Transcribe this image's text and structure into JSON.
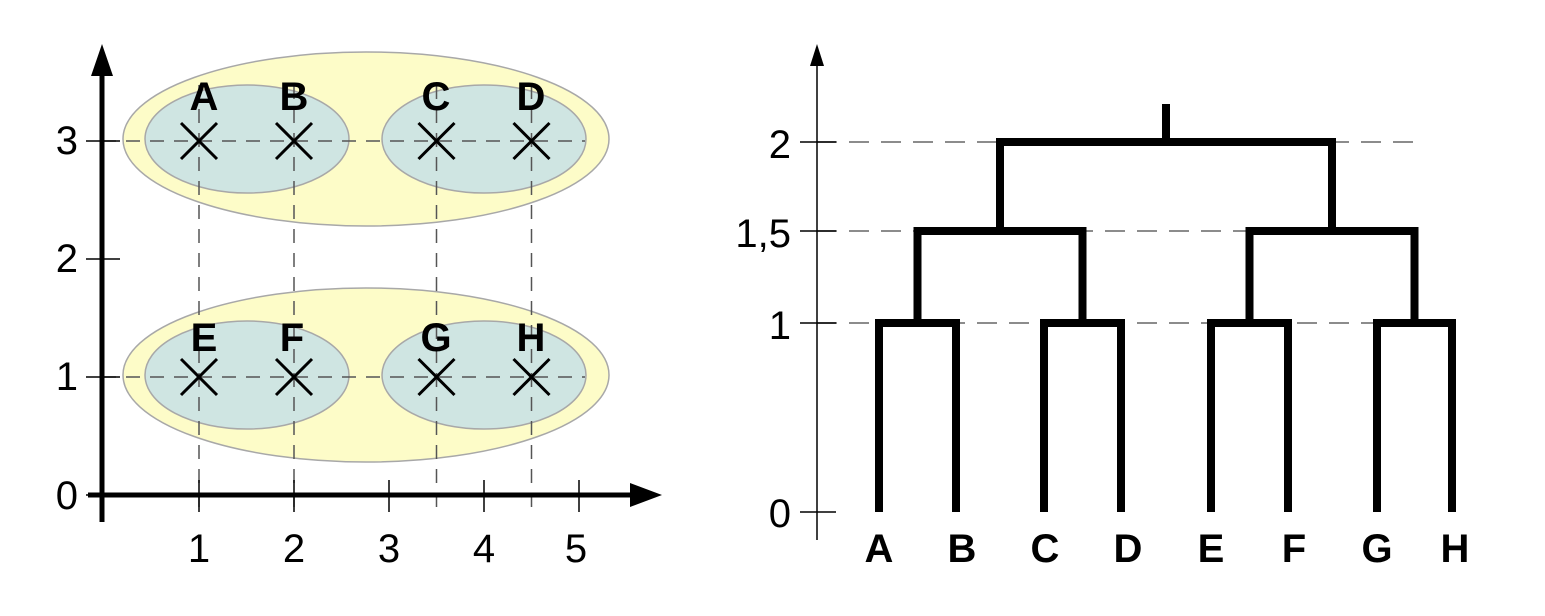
{
  "scatter": {
    "x_ticks": [
      "1",
      "2",
      "3",
      "4",
      "5"
    ],
    "y_ticks": [
      "0",
      "1",
      "2",
      "3"
    ],
    "points": [
      {
        "label": "A",
        "x": 1,
        "y": 3
      },
      {
        "label": "B",
        "x": 2,
        "y": 3
      },
      {
        "label": "C",
        "x": 3.5,
        "y": 3
      },
      {
        "label": "D",
        "x": 4.5,
        "y": 3
      },
      {
        "label": "E",
        "x": 1,
        "y": 1
      },
      {
        "label": "F",
        "x": 2,
        "y": 1
      },
      {
        "label": "G",
        "x": 3.5,
        "y": 1
      },
      {
        "label": "H",
        "x": 4.5,
        "y": 1
      }
    ],
    "inner_clusters": [
      [
        "A",
        "B"
      ],
      [
        "C",
        "D"
      ],
      [
        "E",
        "F"
      ],
      [
        "G",
        "H"
      ]
    ],
    "outer_clusters": [
      [
        "A",
        "B",
        "C",
        "D"
      ],
      [
        "E",
        "F",
        "G",
        "H"
      ]
    ],
    "colors": {
      "outer_cluster": "#fdfcc8",
      "inner_cluster": "#cfe5e2",
      "cluster_stroke": "#a8a8a8"
    }
  },
  "dendrogram": {
    "y_ticks": [
      "0",
      "1",
      "1,5",
      "2"
    ],
    "leaves": [
      "A",
      "B",
      "C",
      "D",
      "E",
      "F",
      "G",
      "H"
    ],
    "merges": [
      {
        "left": "A",
        "right": "B",
        "height": 1
      },
      {
        "left": "C",
        "right": "D",
        "height": 1
      },
      {
        "left": "E",
        "right": "F",
        "height": 1
      },
      {
        "left": "G",
        "right": "H",
        "height": 1
      },
      {
        "left": "AB",
        "right": "CD",
        "height": 1.5
      },
      {
        "left": "EF",
        "right": "GH",
        "height": 1.5
      },
      {
        "left": "ABCD",
        "right": "EFGH",
        "height": 2
      }
    ]
  }
}
